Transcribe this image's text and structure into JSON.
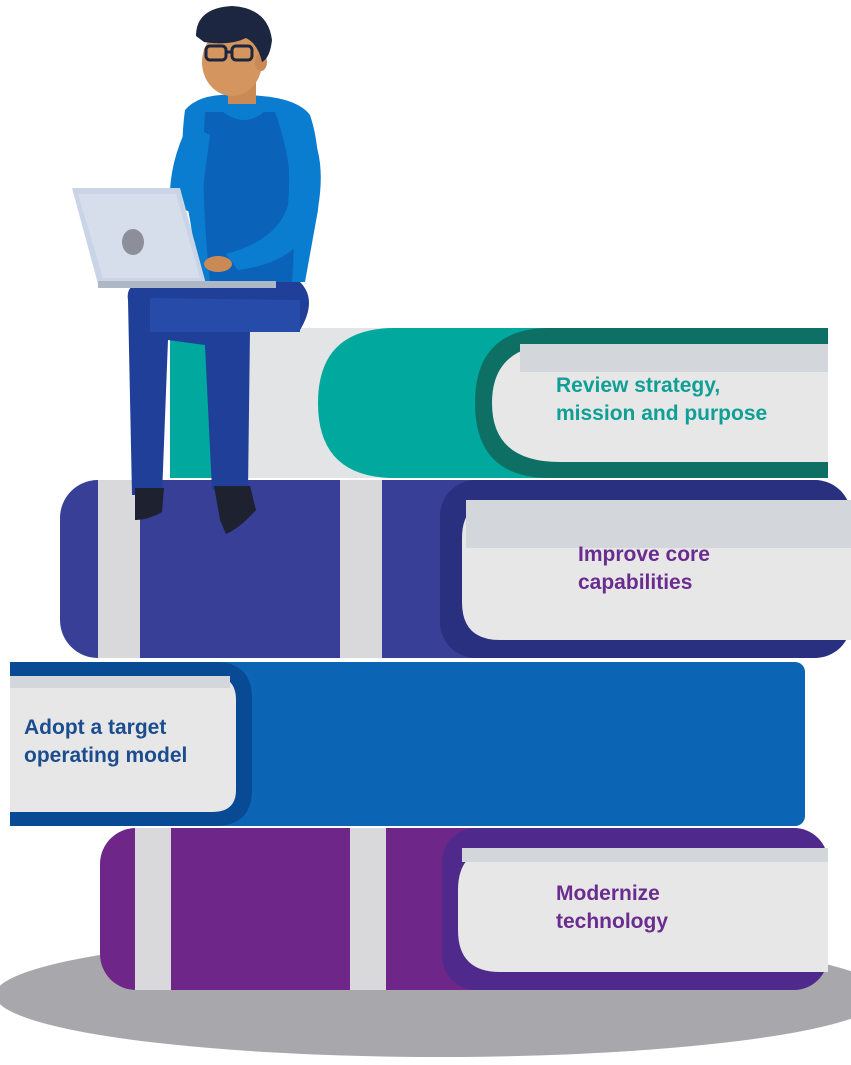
{
  "labels": {
    "strategy": "Review strategy,\nmission and purpose",
    "capabilities": "Improve core\ncapabilities",
    "operating_model": "Adopt a target\noperating model",
    "technology": "Modernize\ntechnology"
  },
  "colors": {
    "teal": "#00A89D",
    "teal_dark": "#0E7064",
    "navy_book": "#373F96",
    "navy_dark": "#2A3080",
    "blue_book": "#0C64B4",
    "blue_dark": "#084A93",
    "purple_book": "#6E2789",
    "purple_dark": "#4F2A8C",
    "page_gray": "#E7E7E7",
    "page_band": "#D3D7DC",
    "shadow": "#A8A8AC",
    "label_teal": "#0E9F96",
    "label_purple": "#6B2C8F",
    "label_blue": "#1B4D8F"
  }
}
